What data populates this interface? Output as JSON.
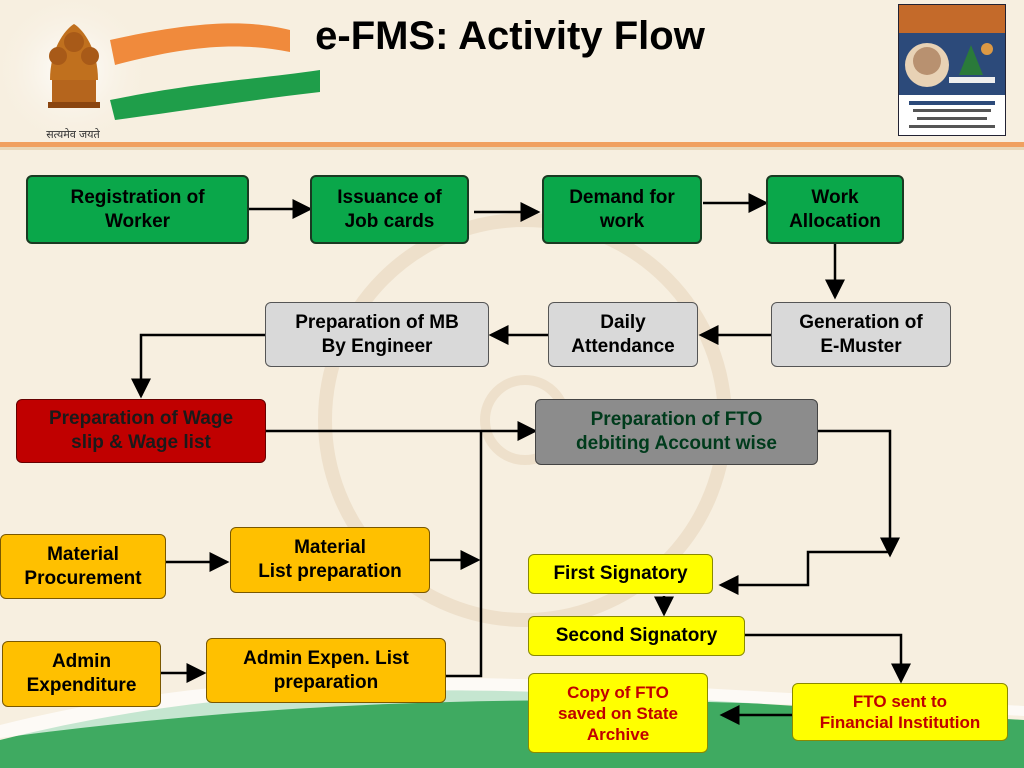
{
  "slide": {
    "title": "e-FMS: Activity Flow",
    "emblem_motto": "सत्यमेव जयते",
    "colors": {
      "saffron": "#f08a3c",
      "green": "#1f9e4a",
      "background": "#f7efe0"
    }
  },
  "nodes": {
    "registration": "Registration of\nWorker",
    "job_cards": "Issuance of\nJob cards",
    "demand": "Demand for\nwork",
    "allocation": "Work\nAllocation",
    "e_muster": "Generation of\nE-Muster",
    "attendance": "Daily\nAttendance",
    "mb": "Preparation of MB\nBy Engineer",
    "wage_slip": "Preparation of Wage\nslip  & Wage list",
    "fto_prep": "Preparation of FTO\ndebiting Account wise",
    "material_proc": "Material\nProcurement",
    "material_list": "Material\nList preparation",
    "admin_exp": "Admin\nExpenditure",
    "admin_list": "Admin Expen. List\npreparation",
    "first_sig": "First Signatory",
    "second_sig": "Second Signatory",
    "copy_fto": "Copy of FTO\nsaved on State\nArchive",
    "fto_sent": "FTO sent to\nFinancial Institution"
  }
}
